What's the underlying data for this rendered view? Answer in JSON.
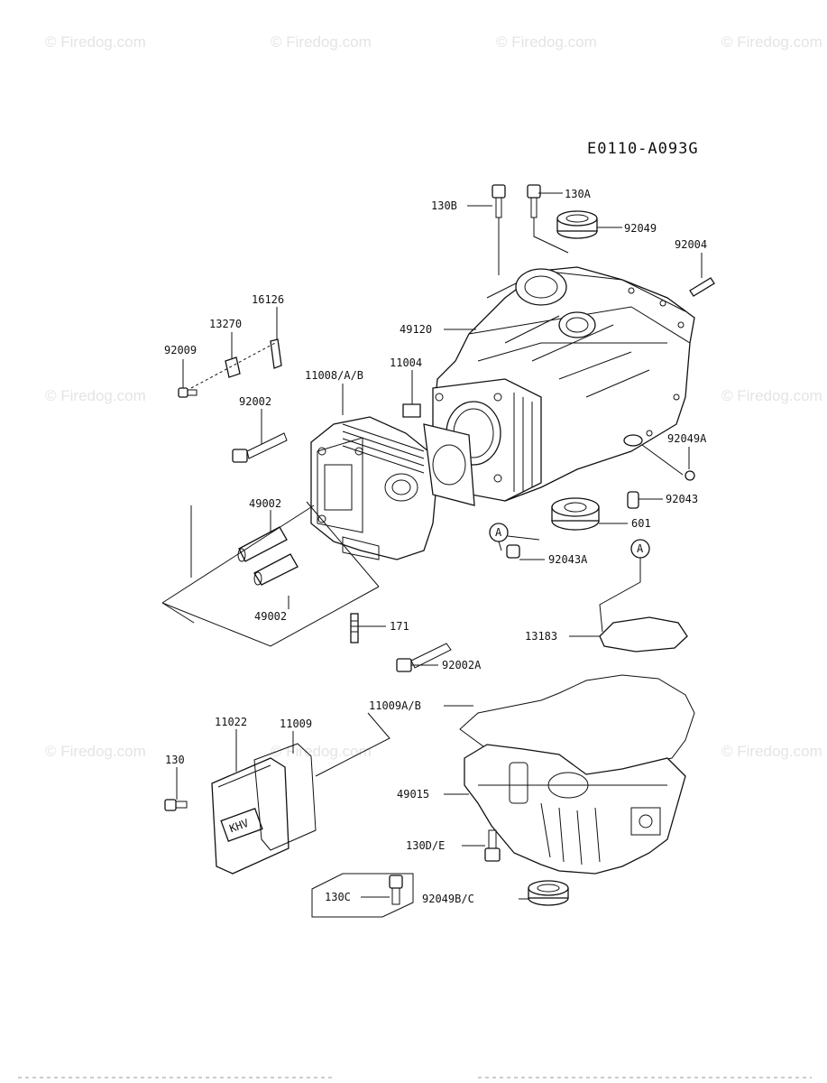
{
  "diagram_code": "E0110-A093G",
  "watermark": "© Firedog.com",
  "callouts": {
    "c130b": "130B",
    "c130a": "130A",
    "c92049": "92049",
    "c92004": "92004",
    "c49120": "49120",
    "c16126": "16126",
    "c13270": "13270",
    "c92009": "92009",
    "c11008": "11008/A/B",
    "c11004": "11004",
    "c92002": "92002",
    "c92049a": "92049A",
    "c92043": "92043",
    "c601": "601",
    "c49002a": "49002",
    "c49002b": "49002",
    "c92043a": "92043A",
    "c171": "171",
    "c13183": "13183",
    "c92002a": "92002A",
    "c11009ab": "11009A/B",
    "c11022": "11022",
    "c11009": "11009",
    "c130": "130",
    "c49015": "49015",
    "c130de": "130D/E",
    "c130c": "130C",
    "c92049bc": "92049B/C"
  },
  "reference_marks": {
    "a1": "A",
    "a2": "A"
  },
  "cover_logo_text": "KHV",
  "colors": {
    "line": "#111111",
    "watermark": "#e4e4e4",
    "background": "#ffffff"
  }
}
